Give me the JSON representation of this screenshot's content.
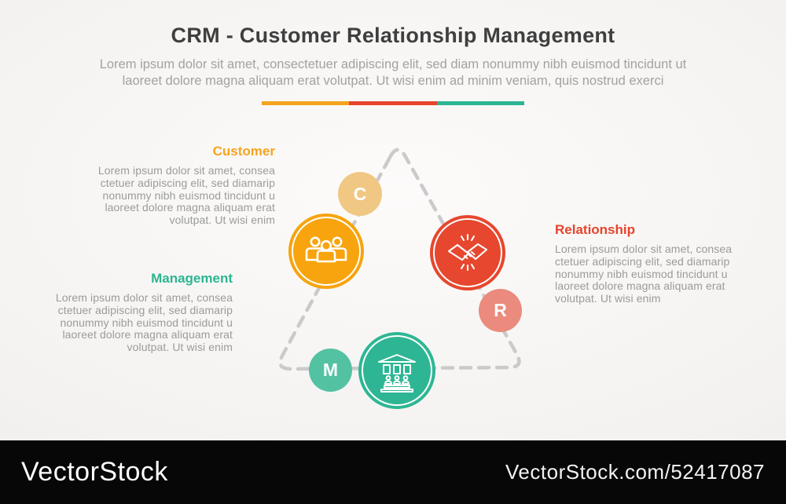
{
  "page": {
    "title": "CRM - Customer Relationship Management",
    "subtitle_line1": "Lorem ipsum dolor sit amet, consectetuer adipiscing elit, sed diam nonummy nibh euismod tincidunt ut",
    "subtitle_line2": "laoreet dolore magna aliquam erat volutpat. Ut wisi enim ad minim veniam, quis nostrud exerci",
    "title_color": "#3f3f3f",
    "background_color": "#f4f2f0"
  },
  "divider": {
    "colors": [
      "#f5a41f",
      "#e8432d",
      "#2bb592"
    ]
  },
  "triangle": {
    "style": "dashed",
    "color": "#cacaca"
  },
  "sections": {
    "customer": {
      "label": "Customer",
      "letter": "C",
      "color": "#f7a40e",
      "badge_color": "#f1c784",
      "icon": "people-group-icon",
      "body": [
        "Lorem ipsum dolor sit amet, consea",
        "ctetuer adipiscing elit, sed diamarip",
        "nonummy nibh euismod tincidunt u",
        "laoreet dolore magna aliquam erat",
        "volutpat. Ut wisi enim"
      ]
    },
    "relationship": {
      "label": "Relationship",
      "letter": "R",
      "color": "#e6472e",
      "badge_color": "#ea8b7d",
      "icon": "handshake-icon",
      "body": [
        "Lorem ipsum dolor sit amet, consea",
        "ctetuer adipiscing elit, sed diamarip",
        "nonummy nibh euismod tincidunt u",
        "laoreet dolore magna aliquam erat",
        "volutpat. Ut wisi enim"
      ]
    },
    "management": {
      "label": "Management",
      "letter": "M",
      "color": "#2eb694",
      "badge_color": "#52c2a3",
      "icon": "institution-building-icon",
      "body": [
        "Lorem ipsum dolor sit amet, consea",
        "ctetuer adipiscing elit, sed diamarip",
        "nonummy nibh euismod tincidunt u",
        "laoreet dolore magna aliquam erat",
        "volutpat. Ut wisi enim"
      ]
    }
  },
  "footer": {
    "brand": "VectorStock",
    "credit": "VectorStock.com/52417087",
    "background": "#070707"
  }
}
